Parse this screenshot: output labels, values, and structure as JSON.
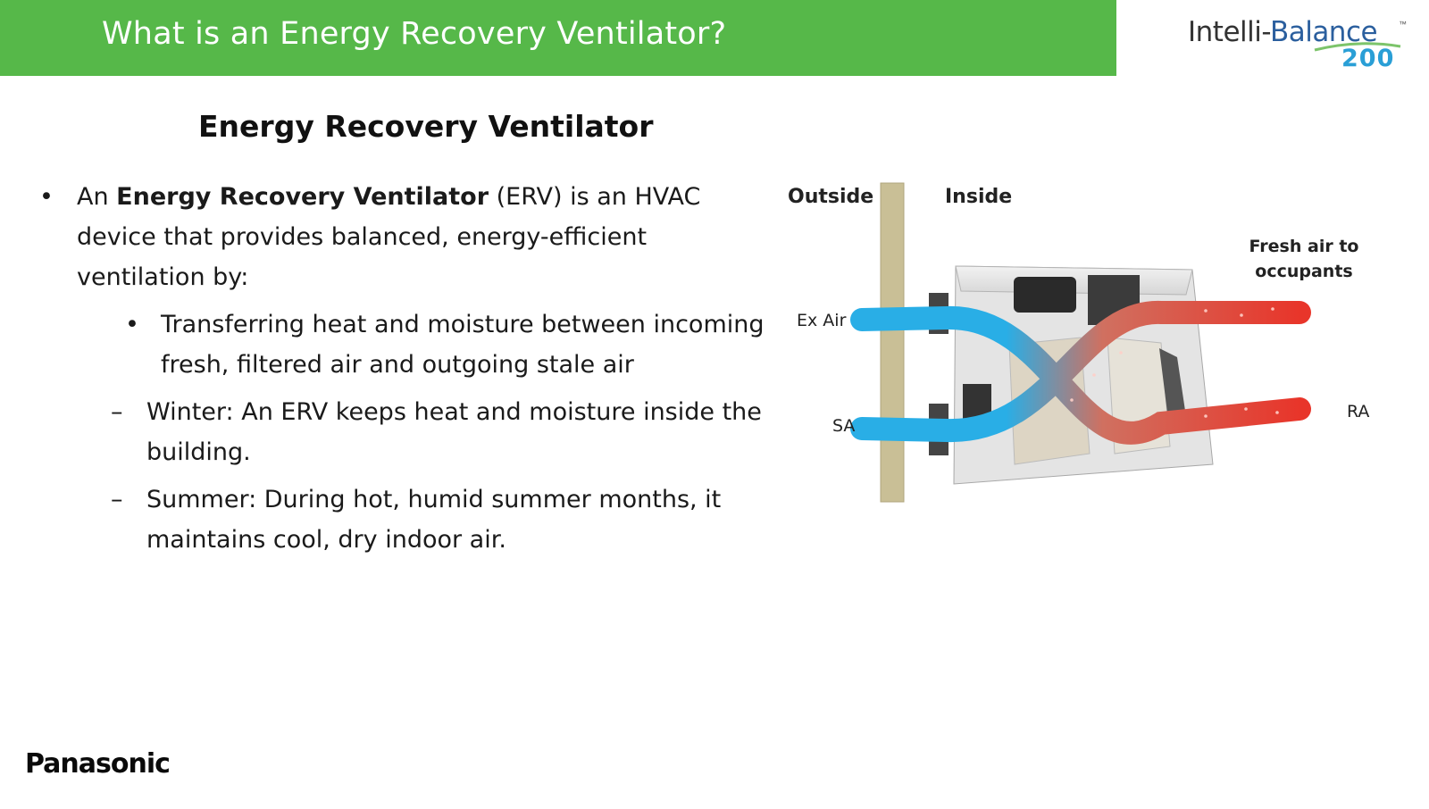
{
  "header": {
    "title": "What is an Energy Recovery Ventilator?",
    "bar_color": "#56b849"
  },
  "logo": {
    "part1": "Intelli-",
    "part2": "Balance",
    "number": "200",
    "tm": "™"
  },
  "slide": {
    "section_title": "Energy Recovery Ventilator",
    "bullet1": {
      "pre": "An ",
      "bold": "Energy Recovery Ventilator",
      "post": " (ERV) is an HVAC device that provides balanced, energy-efficient ventilation by:"
    },
    "sub_bullet": "Transferring heat and moisture between incoming fresh, filtered air and outgoing stale air",
    "dash1": "Winter:  An ERV keeps heat and moisture inside the building.",
    "dash2": "Summer:  During hot, humid summer months, it maintains cool, dry indoor air.",
    "bullet_glyph": "•",
    "dash_glyph": "–"
  },
  "diagram": {
    "outside": "Outside",
    "inside": "Inside",
    "fresh_air_line1": "Fresh air to",
    "fresh_air_line2": "occupants",
    "ex_air": "Ex Air",
    "sa": "SA",
    "ra": "RA",
    "cold_color": "#29aee6",
    "warm_color": "#e8352a"
  },
  "footer": {
    "brand": "Panasonic"
  }
}
